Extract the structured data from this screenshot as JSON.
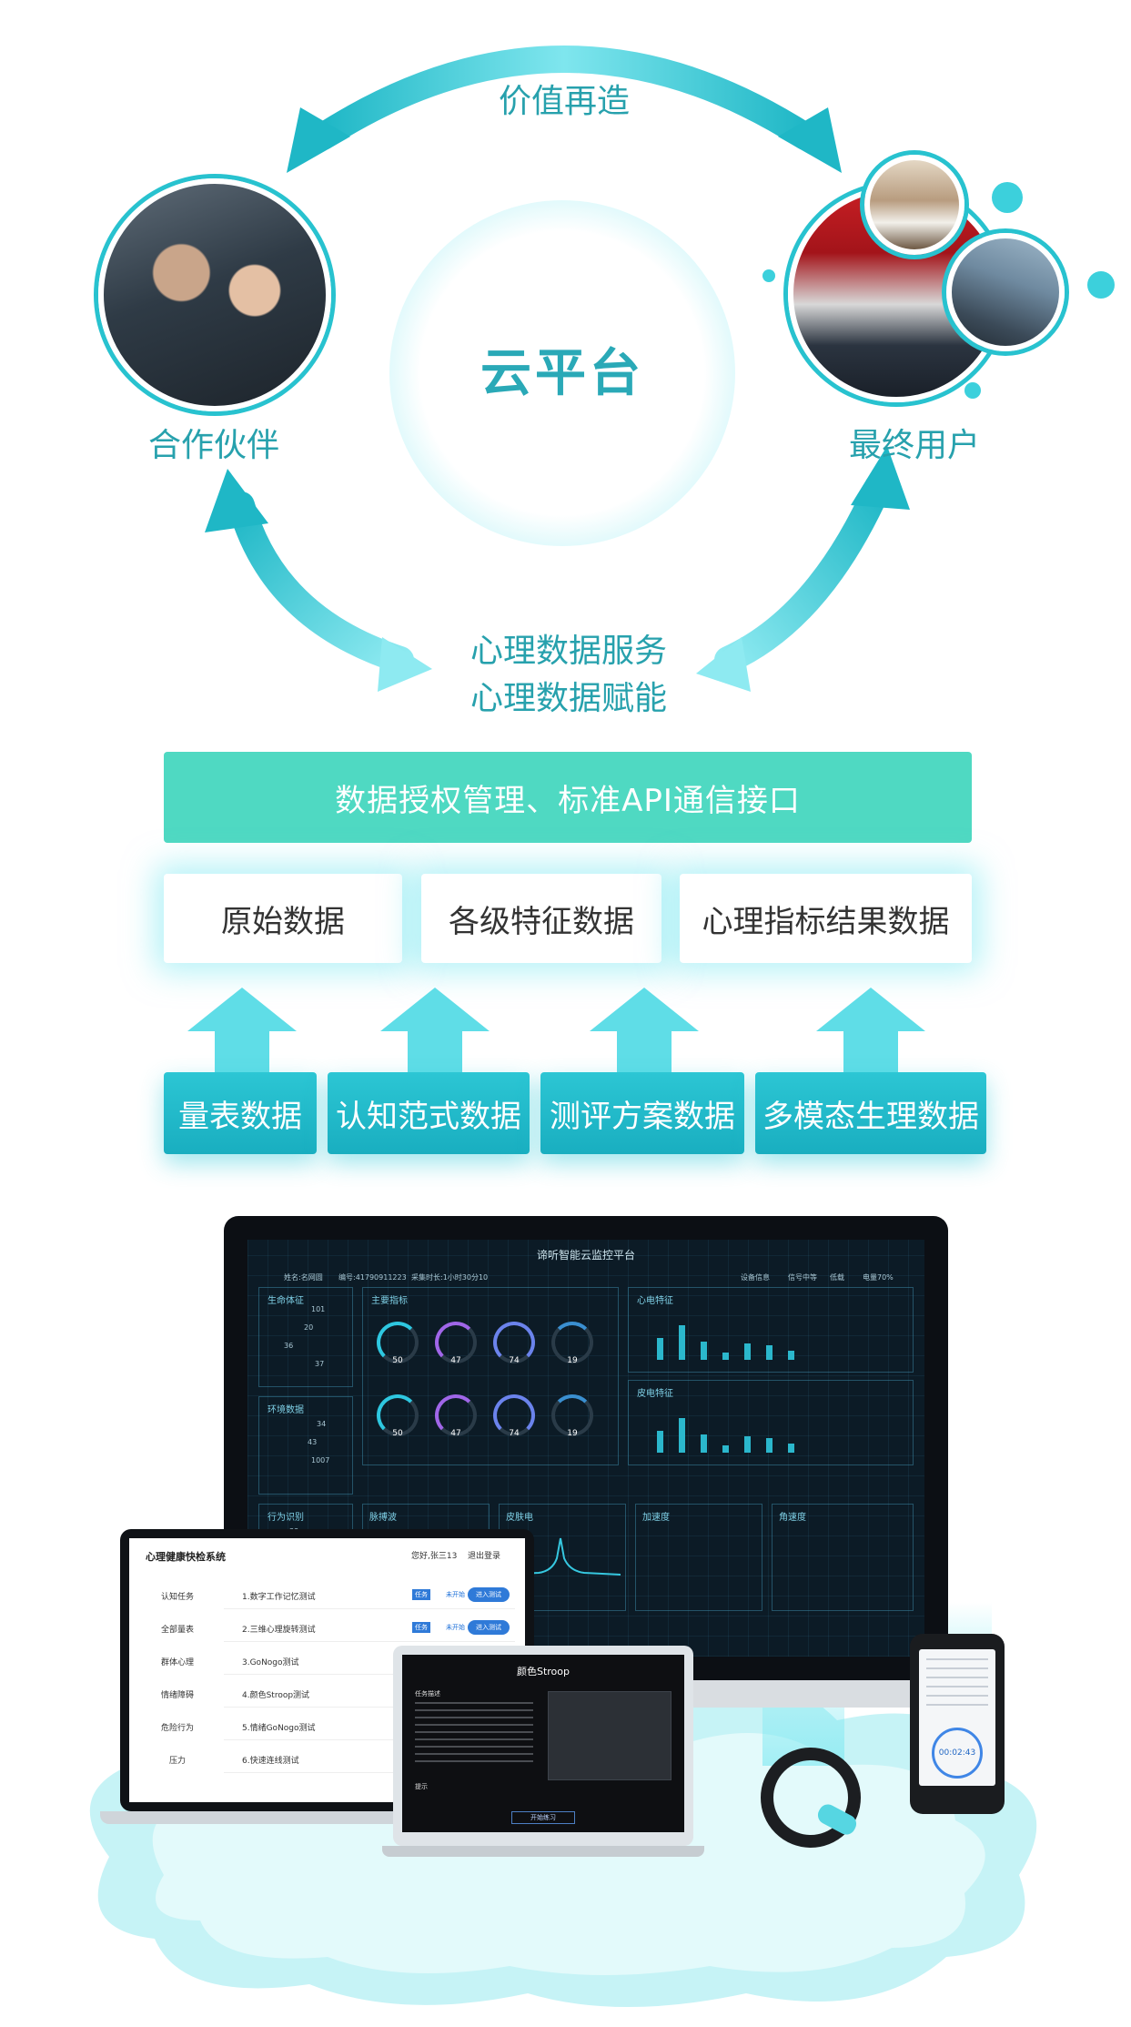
{
  "cycle": {
    "top_label": "价值再造",
    "center_label": "云平台",
    "partner_label": "合作伙伴",
    "user_label": "最终用户",
    "service_line_1": "心理数据服务",
    "service_line_2": "心理数据赋能"
  },
  "platform": {
    "api_bar": "数据授权管理、标准API通信接口",
    "outputs": [
      "原始数据",
      "各级特征数据",
      "心理指标结果数据"
    ],
    "sources": [
      "量表数据",
      "认知范式数据",
      "测评方案数据",
      "多模态生理数据"
    ]
  },
  "monitor": {
    "title": "谛听智能云监控平台",
    "header_left": "姓名:名网圆",
    "header_id": "编号:41790911223",
    "header_time": "采集时长:1小时30分10",
    "status_items": [
      "设备信息",
      "信号中等",
      "低载",
      "电量70%"
    ],
    "panel_vitals": "生命体征",
    "vital_values": [
      "101",
      "20",
      "36",
      "37"
    ],
    "panel_env": "环境数据",
    "env_values": [
      "34",
      "43",
      "1007"
    ],
    "panel_behavior": "行为识别",
    "behavior_value": "33",
    "panel_main": "主要指标",
    "gauge_values": [
      "50",
      "47",
      "74",
      "19",
      "50",
      "47",
      "74",
      "19"
    ],
    "panel_ecg": "心电特征",
    "panel_skin": "皮电特征",
    "wave_labels": [
      "脉搏波",
      "皮肤电",
      "加速度",
      "角速度"
    ]
  },
  "laptop": {
    "title": "心理健康快检系统",
    "user": "您好,张三13",
    "logout": "退出登录",
    "sidebar": [
      "认知任务",
      "全部量表",
      "群体心理",
      "情绪障碍",
      "危险行为",
      "压力"
    ],
    "tests": [
      {
        "label": "1.数字工作记忆测试",
        "tag": "任务",
        "status": "未开始",
        "button": "进入测试"
      },
      {
        "label": "2.三维心理旋转测试",
        "tag": "任务",
        "status": "未开始",
        "button": "进入测试"
      },
      {
        "label": "3.GoNogo测试"
      },
      {
        "label": "4.颜色Stroop测试"
      },
      {
        "label": "5.情绪GoNogo测试"
      },
      {
        "label": "6.快速连线测试"
      }
    ]
  },
  "tablet": {
    "title": "颜色Stroop",
    "section": "任务描述",
    "tip": "提示",
    "button": "开始练习"
  },
  "phone": {
    "timer": "00:02:43"
  },
  "colors": {
    "teal": "#28c2cf",
    "api_green": "#4fd9c2",
    "source_blue": "#19aec0",
    "text_teal": "#27a1ad"
  }
}
